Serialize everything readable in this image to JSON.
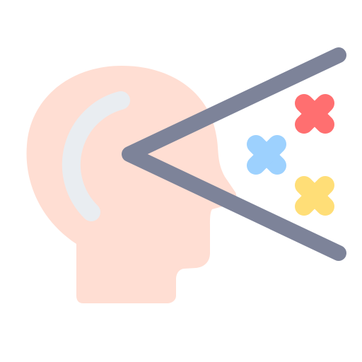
{
  "icon": {
    "name": "head-vision-icon",
    "colors": {
      "background": "#ffffff",
      "head": "#FFDED3",
      "ear_arc": "#E9EDF1",
      "vision_lines": "#7D8399",
      "mark_red": "#FF6F70",
      "mark_blue": "#9DD1FE",
      "mark_yellow": "#FFDE77"
    },
    "marks": [
      {
        "name": "red-cross-mark-icon",
        "color_key": "mark_red"
      },
      {
        "name": "blue-cross-mark-icon",
        "color_key": "mark_blue"
      },
      {
        "name": "yellow-cross-mark-icon",
        "color_key": "mark_yellow"
      }
    ]
  }
}
